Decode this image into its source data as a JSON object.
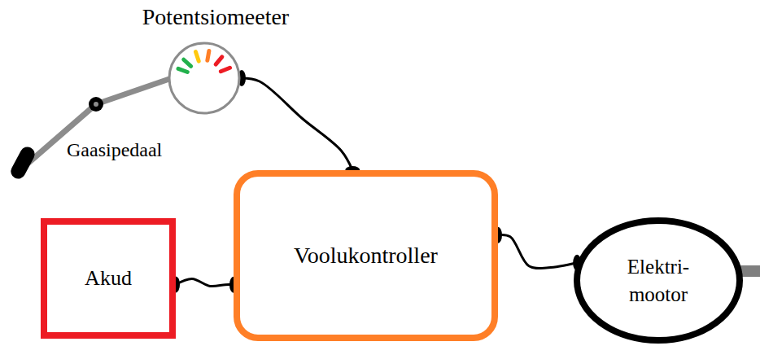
{
  "diagram": {
    "nodes": [
      {
        "text": [
          "Potentsiomeeter"
        ]
      },
      {
        "text": [
          "Akud"
        ]
      },
      {
        "text": [
          "Voolukontroller"
        ]
      },
      {
        "text": [
          "Elektri- mootor"
        ]
      }
    ],
    "edges": [
      {
        "from": 0,
        "to": 2,
        "arrow": "none"
      },
      {
        "from": 1,
        "to": 2,
        "arrow": "none"
      },
      {
        "from": 2,
        "to": 3,
        "arrow": "none"
      }
    ],
    "labels": [
      "Gaasipedaal"
    ]
  }
}
